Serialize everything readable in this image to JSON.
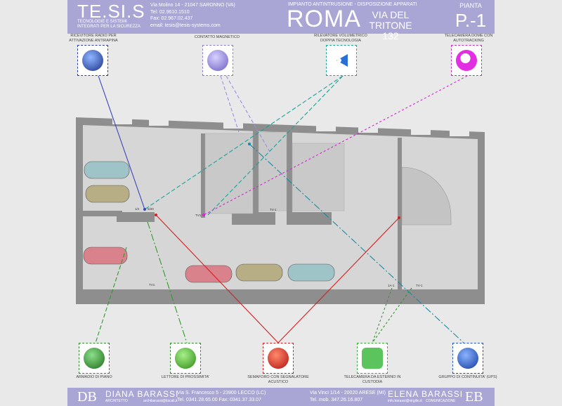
{
  "header": {
    "logo": "TE.SI.S",
    "logo_sub": "TECNOLOGIE E SISTEMI INTEGRATI PER LA SICUREZZA",
    "address": "Via Molino 14 - 21047 SARONNO (VA)",
    "tel": "Tel: 02.9610.1510",
    "fax": "Fax: 02.967.02.437",
    "email": "email: tesis@tesis-systems.com",
    "project_title": "IMPIANTO ANTINTRUSIONE - DISPOSIZIONE APPARATI",
    "city": "ROMA",
    "street": "VIA DEL TRITONE 132",
    "plan_label": "PIANTA",
    "plan_level": "P.-1"
  },
  "devices_top": [
    {
      "label": "RICEVITORE RADIO PER ATTIVAZIONE ANTIRAPINA",
      "icon": "radio-receiver-icon",
      "color": "#2c3fa8"
    },
    {
      "label": "CONTATTO MAGNETICO",
      "icon": "magnetic-contact-icon",
      "color": "#8a7ccf"
    },
    {
      "label": "RILEVATORE VOLUMETRICO DOPPIA TECNOLOGIA",
      "icon": "volumetric-detector-icon",
      "color": "#1aa39a"
    },
    {
      "label": "TELECAMERA DOME CON AUTOTRACKING",
      "icon": "dome-camera-icon",
      "color": "#c22ec2"
    }
  ],
  "devices_bottom": [
    {
      "label": "ARMADIO DI PIANO",
      "icon": "floor-cabinet-icon",
      "color": "#2f8a2a"
    },
    {
      "label": "LETTORE DI PROSSIMITA'",
      "icon": "proximity-reader-icon",
      "color": "#2f8a2a"
    },
    {
      "label": "SEMAFORO CON SEGNALATORE ACUSTICO",
      "icon": "traffic-light-icon",
      "color": "#d42020"
    },
    {
      "label": "TELECAMERA DA ESTERNO IN CUSTODIA",
      "icon": "outdoor-camera-icon",
      "color": "#3aa63a"
    },
    {
      "label": "GRUPPO DI CONTINUITA' (UPS)",
      "icon": "ups-icon",
      "color": "#1d4fbf"
    }
  ],
  "markers": {
    "m1": "1/4",
    "m2": "5/20",
    "m3": "TV1",
    "m4": "TV1",
    "m5": "1A-1",
    "m6": "TV-1",
    "m7": "TV-1"
  },
  "footer": {
    "left_initials": "DB",
    "left_name": "DIANA BARASSI",
    "left_role": "ARCHITETTO",
    "left_email": "archibarassi@tiscali.it",
    "left_address": "Via S. Francesco 5 - 23900 LECCO (LC)",
    "left_phone": "Tel. 0341.28.65.00 Fax: 0341.37.33.07",
    "right_address": "Via Vinci 1/14 - 20020 ARESE (MI)",
    "right_phone": "Tel. mob. 347.26.16.807",
    "right_name": "ELENA BARASSI",
    "right_email": "info.barassi@virgilio.it",
    "right_role": "COMUNICAZIONE",
    "right_initials": "EB"
  }
}
